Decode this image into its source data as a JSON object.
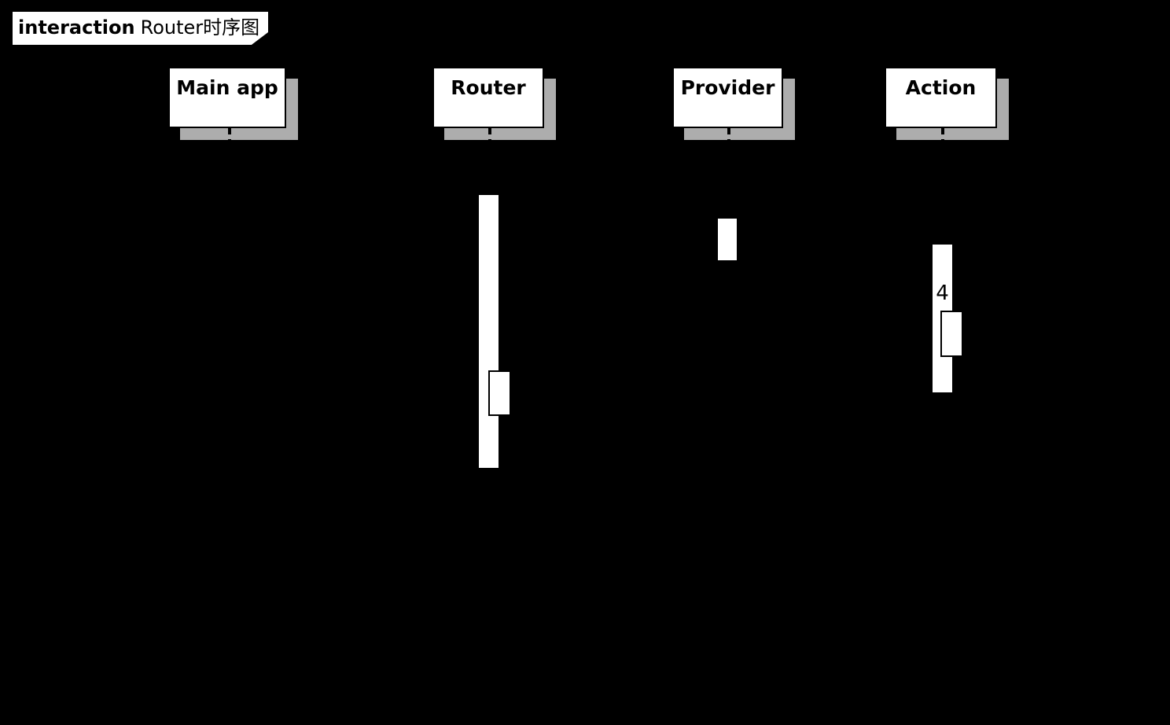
{
  "diagram": {
    "kind": "uml-sequence-diagram",
    "background_color": "#000000",
    "title": {
      "keyword": "interaction",
      "text": "Router时序图"
    },
    "participants": [
      {
        "name": "Main app"
      },
      {
        "name": "Router"
      },
      {
        "name": "Provider"
      },
      {
        "name": "Action"
      }
    ],
    "visible_message_number": "4",
    "activations": [
      {
        "participant": "Router",
        "nested": false
      },
      {
        "participant": "Router",
        "nested": true
      },
      {
        "participant": "Provider",
        "nested": false
      },
      {
        "participant": "Action",
        "nested": false
      },
      {
        "participant": "Action",
        "nested": true
      }
    ],
    "colors": {
      "box_fill": "#ffffff",
      "box_border": "#000000",
      "text": "#000000",
      "shadow": "#adadad",
      "activation_fill": "#ffffff",
      "activation_border": "#000000"
    }
  }
}
